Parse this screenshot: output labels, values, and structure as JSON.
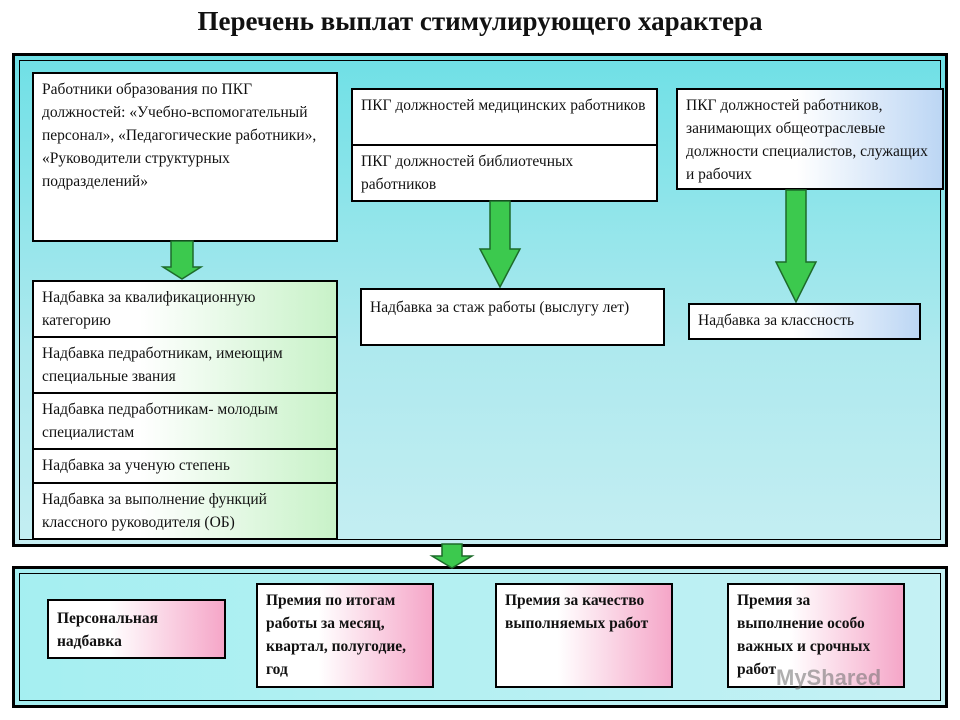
{
  "title": "Перечень выплат стимулирующего характера",
  "source_boxes": {
    "education": "Работники образования по ПКГ должностей: «Учебно-вспомогательный персонал», «Педагогические работники», «Руководители структурных подразделений»",
    "medical": "ПКГ должностей медицинских работников",
    "library": "ПКГ должностей библиотечных работников",
    "general": "ПКГ должностей работников, занимающих общеотраслевые должности специалистов, служащих и рабочих"
  },
  "education_allowances": [
    "Надбавка за квалификационную категорию",
    "Надбавка педработникам, имеющим специальные звания",
    "Надбавка педработникам- молодым специалистам",
    "Надбавка за ученую степень",
    "Надбавка за выполнение функций классного руководителя (ОБ)"
  ],
  "seniority_allowance": "Надбавка за стаж работы (выслугу лет)",
  "class_allowance": "Надбавка за классность",
  "bonuses": [
    "Персональная надбавка",
    "Премия по итогам работы за месяц, квартал, полугодие, год",
    "Премия за качество выполняемых работ",
    "Премия за выполнение особо важных и срочных работ"
  ],
  "watermark": "MyShared",
  "colors": {
    "arrow_fill": "#3cc94e",
    "arrow_stroke": "#1d6b2a"
  }
}
